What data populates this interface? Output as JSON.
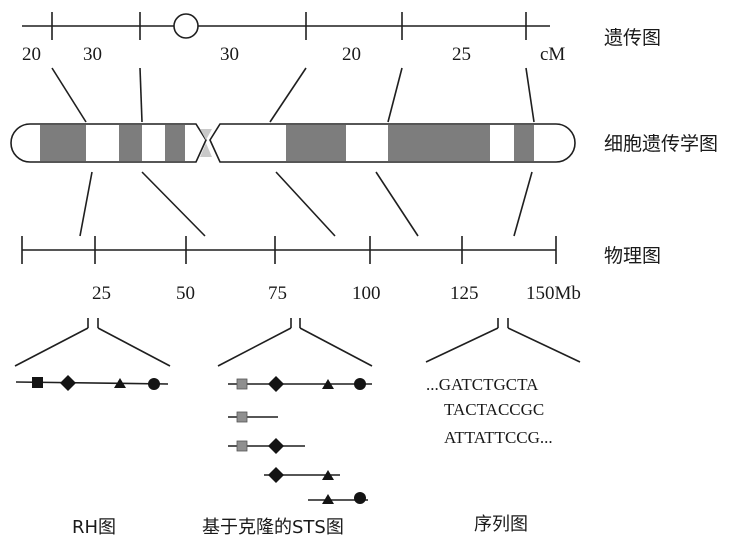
{
  "genetic_map": {
    "label": "遗传图",
    "interval_labels": [
      "20",
      "30",
      "30",
      "20",
      "25"
    ],
    "unit": "cM"
  },
  "cytogenetic_map": {
    "label": "细胞遗传学图"
  },
  "physical_map": {
    "label": "物理图",
    "tick_labels": [
      "25",
      "50",
      "75",
      "100",
      "125",
      "150Mb"
    ]
  },
  "sequence": {
    "lines": [
      "...GATCTGCTA",
      "TACTACCGC",
      "ATTATTCCG..."
    ]
  },
  "captions": {
    "rh": "RH图",
    "sts": "基于克隆的STS图",
    "sequence": "序列图"
  },
  "colors": {
    "band": "#7d7d7d",
    "marker_dark": "#141414",
    "marker_grey": "#8f8f8f",
    "line": "#1f1f1f"
  }
}
